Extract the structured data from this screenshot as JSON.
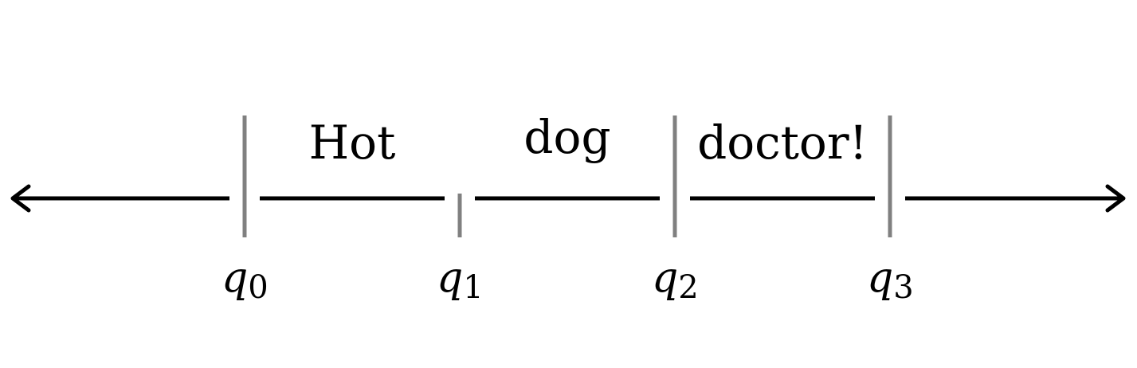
{
  "words": [
    "Hot",
    "dog",
    "doctor!"
  ],
  "markers": [
    {
      "symbol": "q",
      "subscript": "0",
      "boundary": "word"
    },
    {
      "symbol": "q",
      "subscript": "1",
      "boundary": "intra-word"
    },
    {
      "symbol": "q",
      "subscript": "2",
      "boundary": "word"
    },
    {
      "symbol": "q",
      "subscript": "3",
      "boundary": "word"
    }
  ],
  "colors": {
    "line": "#000000",
    "tick": "#808080",
    "text": "#000000"
  }
}
